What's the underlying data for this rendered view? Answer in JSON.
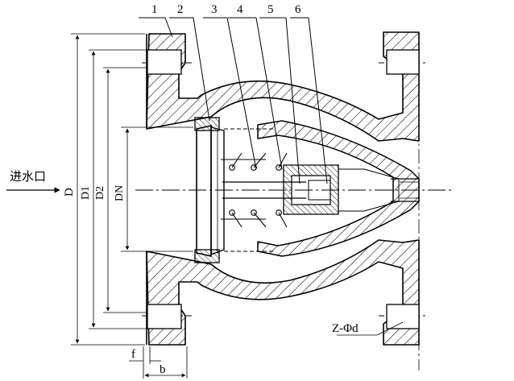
{
  "part_numbers": [
    "1",
    "2",
    "3",
    "4",
    "5",
    "6"
  ],
  "inlet_label": "进水口",
  "dimensions": {
    "D": "D",
    "D1": "D1",
    "D2": "D2",
    "DN": "DN",
    "f": "f",
    "b": "b",
    "bolt_holes": "Z-Φd"
  }
}
